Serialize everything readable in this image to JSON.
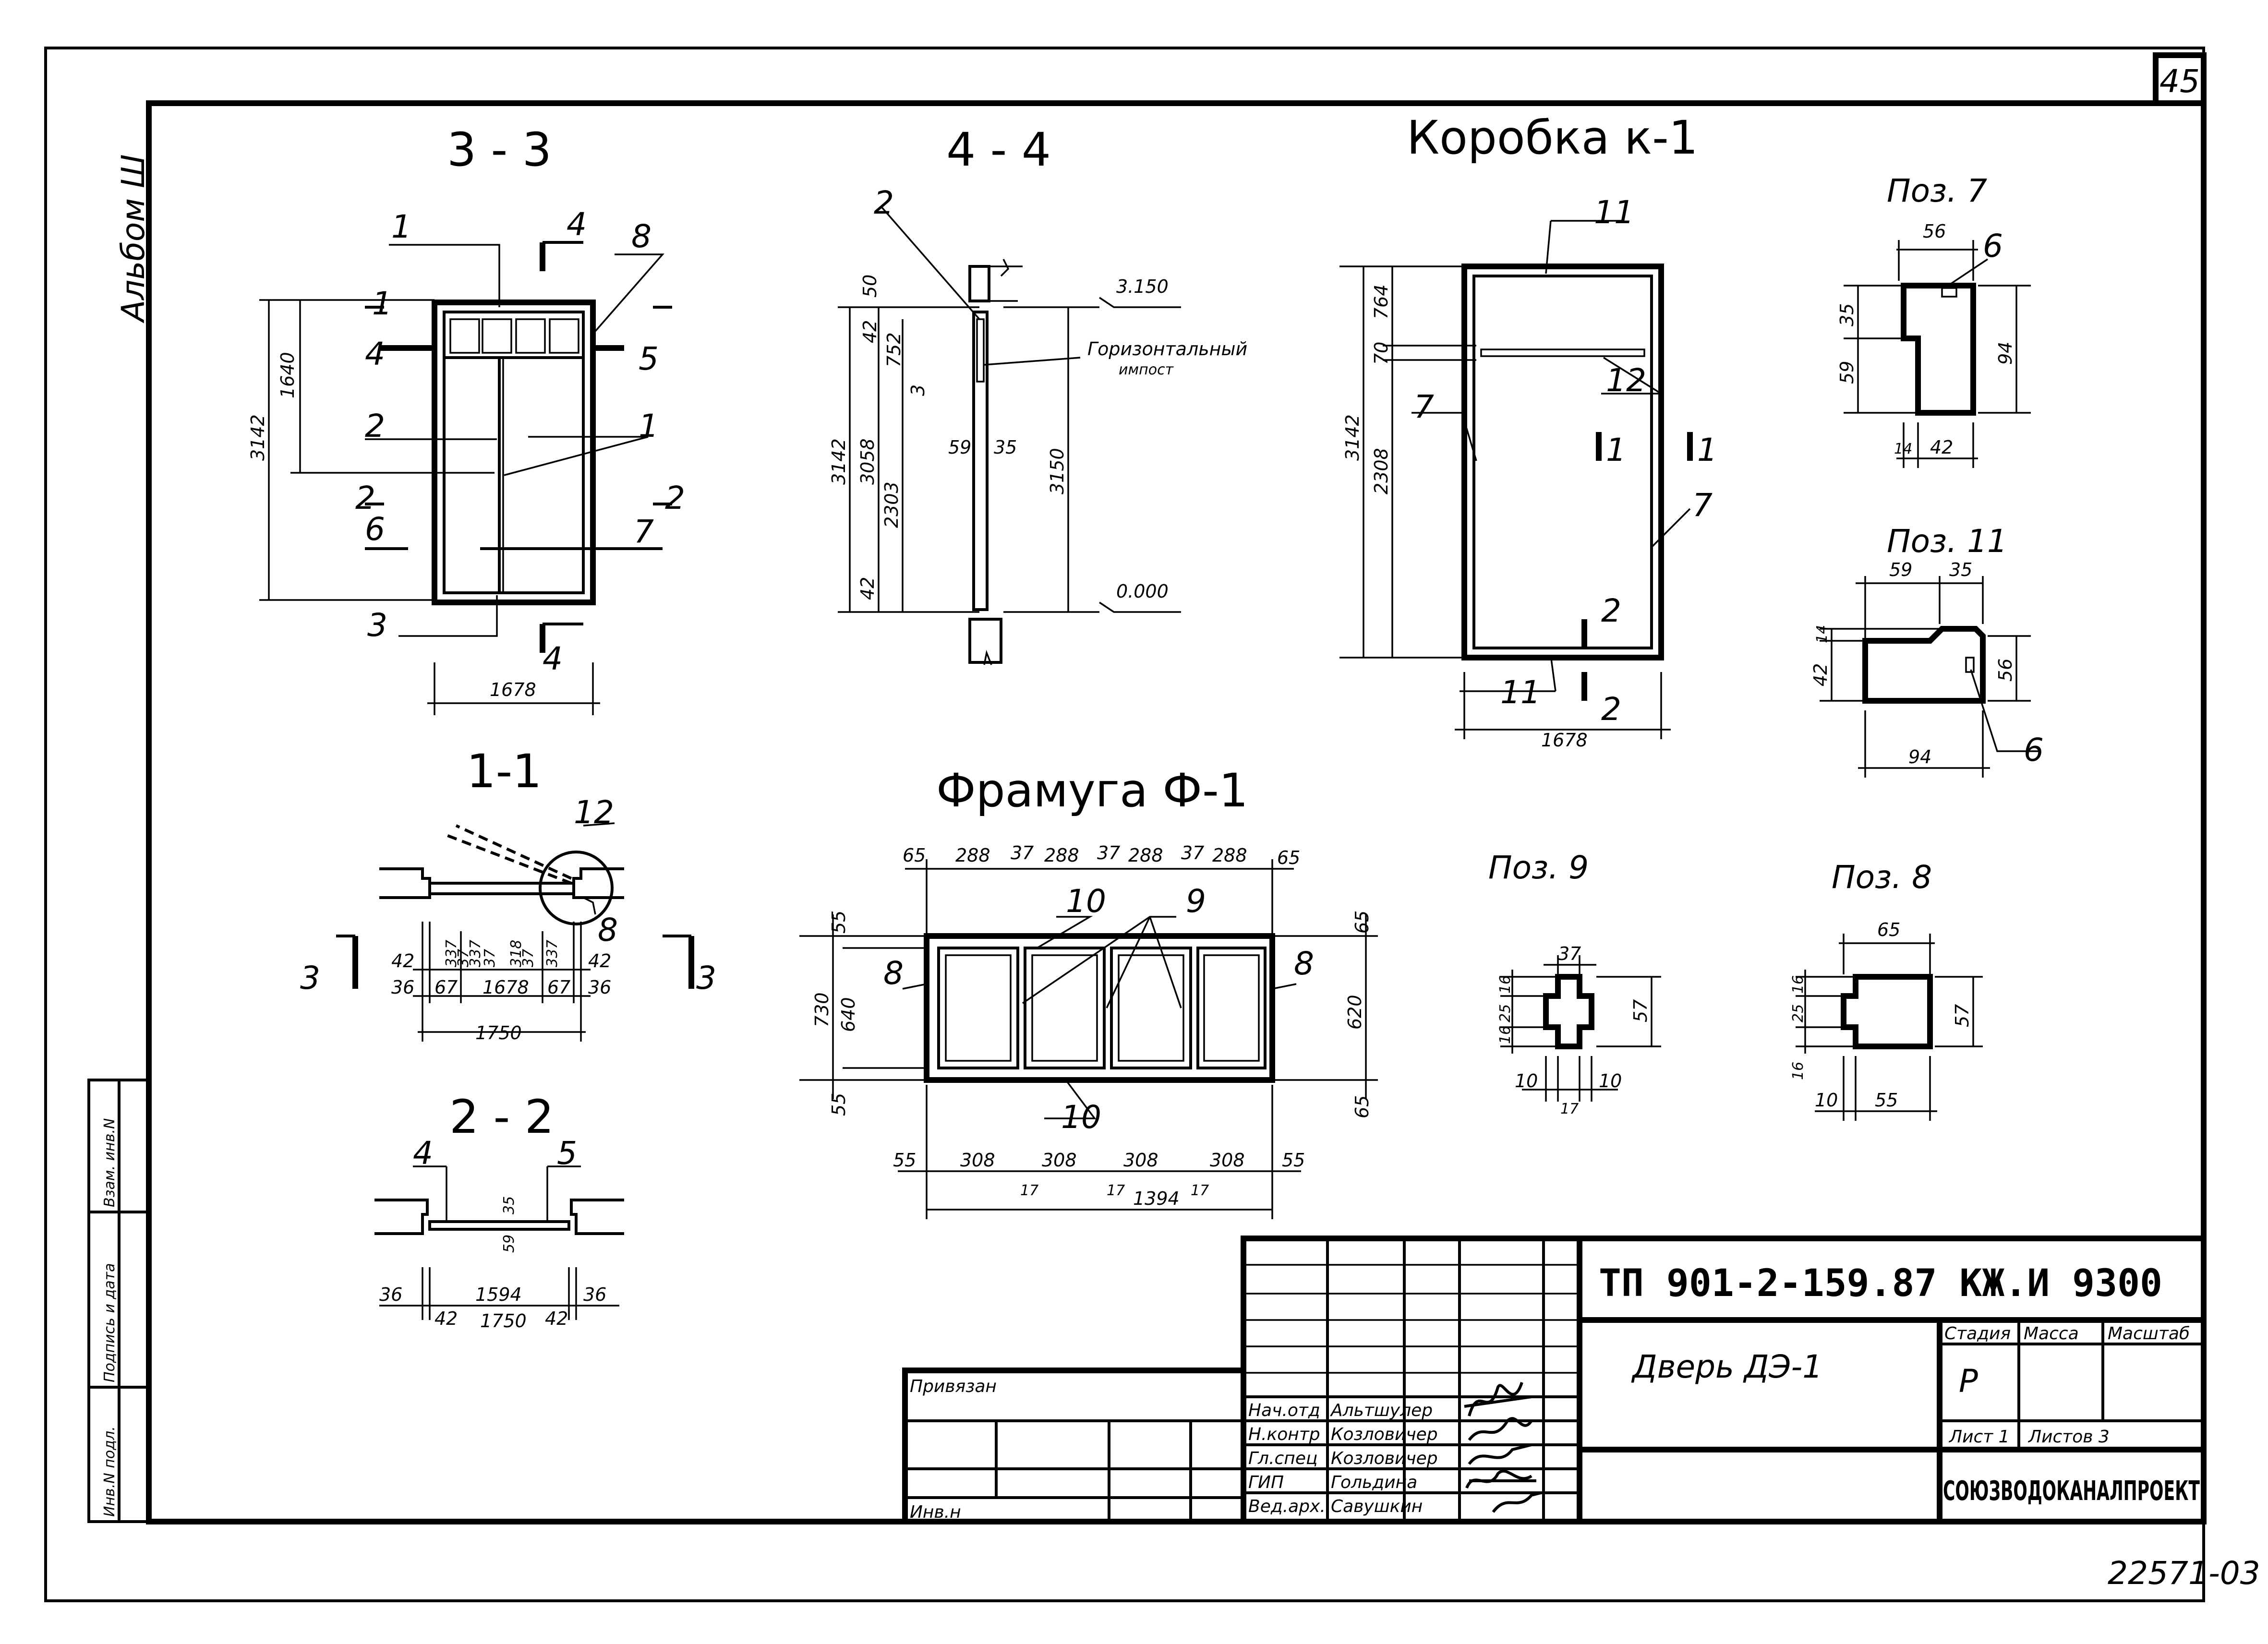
{
  "sheet": {
    "number": "45",
    "album": "Альбом Ш",
    "inventory_footer": "22571-03"
  },
  "views": {
    "s33": {
      "title": "3 - 3",
      "labels": [
        "1",
        "4",
        "8",
        "1",
        "4",
        "5",
        "2",
        "1",
        "2",
        "2",
        "6",
        "7",
        "3",
        "4"
      ],
      "dims": [
        "3142",
        "1640",
        "1678"
      ]
    },
    "s44": {
      "title": "4 - 4",
      "labels": [
        "2"
      ],
      "dims": [
        "50",
        "42",
        "752",
        "3",
        "3142",
        "3058",
        "2303",
        "59",
        "35",
        "3150",
        "42"
      ],
      "levels": [
        "3.150",
        "0.000"
      ],
      "note1": "Горизонтальный",
      "note2": "импост"
    },
    "korobka": {
      "title": "Коробка к-1",
      "labels": [
        "11",
        "12",
        "7",
        "1",
        "1",
        "7",
        "2",
        "11",
        "2"
      ],
      "dims": [
        "764",
        "70",
        "3142",
        "2308",
        "1678"
      ]
    },
    "s11": {
      "title": "1-1",
      "labels": [
        "12",
        "8",
        "3",
        "3"
      ],
      "dims": [
        "42",
        "36",
        "67",
        "1678",
        "67",
        "42",
        "36",
        "1750",
        "337",
        "337",
        "37",
        "37",
        "318",
        "37",
        "337"
      ]
    },
    "s22": {
      "title": "2 - 2",
      "labels": [
        "4",
        "5"
      ],
      "dims": [
        "35",
        "59",
        "36",
        "1594",
        "36",
        "42",
        "1750",
        "42"
      ]
    },
    "framuga": {
      "title": "Фрамуга Ф-1",
      "labels": [
        "10",
        "9",
        "8",
        "8",
        "10"
      ],
      "top_dims": [
        "65",
        "288",
        "37",
        "288",
        "37",
        "288",
        "37",
        "288",
        "65"
      ],
      "bottom_dims": [
        "55",
        "308",
        "308",
        "308",
        "308",
        "55"
      ],
      "bottom_small": [
        "17",
        "17",
        "1394",
        "17"
      ],
      "left_dims": [
        "55",
        "730",
        "640",
        "55"
      ],
      "right_dims": [
        "65",
        "620",
        "65"
      ]
    },
    "poz7": {
      "title": "Поз. 7",
      "dims": [
        "56",
        "35",
        "59",
        "94",
        "14",
        "42"
      ],
      "labels": [
        "6"
      ]
    },
    "poz11": {
      "title": "Поз. 11",
      "dims": [
        "59",
        "35",
        "14",
        "42",
        "56",
        "94"
      ],
      "labels": [
        "6"
      ]
    },
    "poz9": {
      "title": "Поз. 9",
      "dims": [
        "37",
        "16",
        "25",
        "16",
        "57",
        "10",
        "10",
        "17"
      ]
    },
    "poz8": {
      "title": "Поз. 8",
      "dims": [
        "65",
        "16",
        "25",
        "16",
        "57",
        "10",
        "55"
      ]
    }
  },
  "stamp": {
    "project_code": "ТП 901-2-159.87 КЖ.И 9300",
    "drawing_title": "Дверь ДЭ-1",
    "stage_header": "Стадия",
    "mass_header": "Масса",
    "scale_header": "Масштаб",
    "stage_value": "Р",
    "sheet_label": "Лист 1",
    "sheets_label": "Листов 3",
    "organization": "СОЮЗВОДОКАНАЛПРОЕКТ",
    "privyazan": "Привязан",
    "inv_label": "Инв.н",
    "signatures": [
      {
        "role": "Нач.отд",
        "name": "Альтшулер"
      },
      {
        "role": "Н.контр",
        "name": "Козловичер"
      },
      {
        "role": "Гл.спец",
        "name": "Козловичер"
      },
      {
        "role": "ГИП",
        "name": "Гольдина"
      },
      {
        "role": "Вед.арх.",
        "name": "Савушкин"
      }
    ],
    "side_columns": [
      "Инв.N подл.",
      "Подпись и дата",
      "Взам. инв.N"
    ]
  }
}
